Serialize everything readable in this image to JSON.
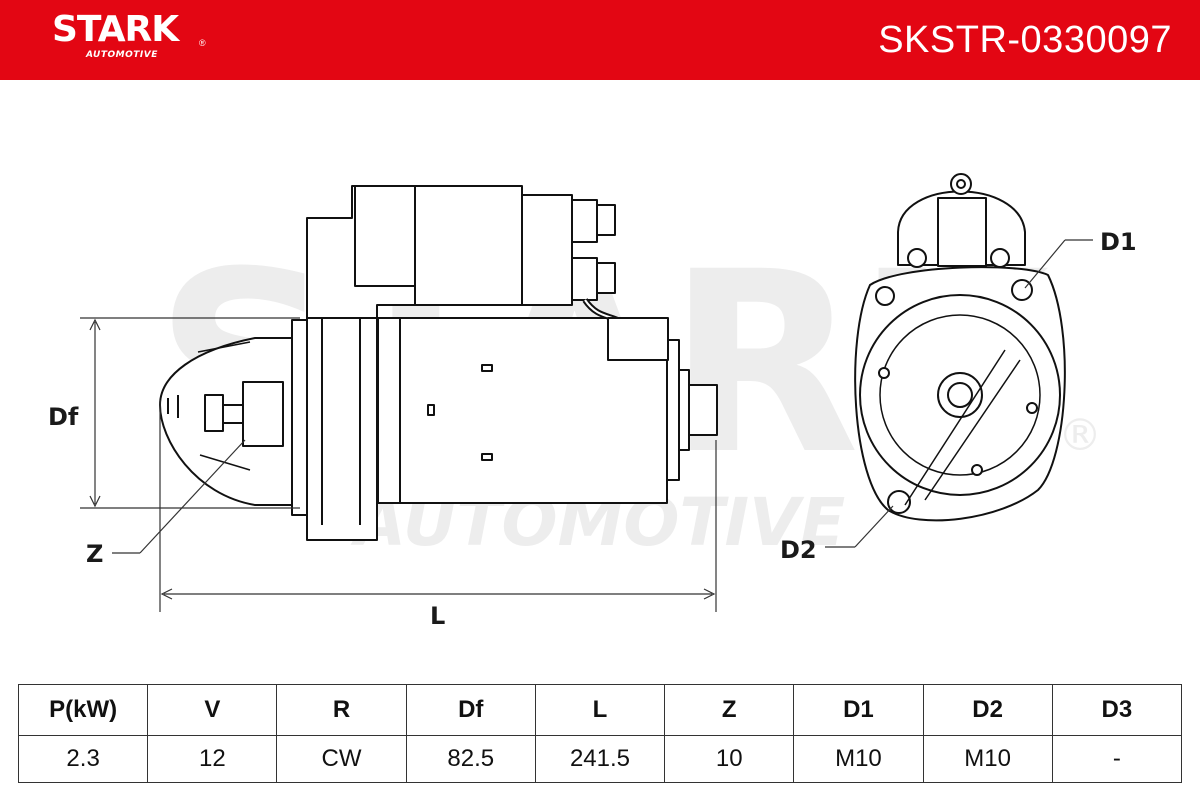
{
  "header": {
    "brand": "STARK",
    "brand_sub": "AUTOMOTIVE",
    "registered_mark": "®",
    "part_number": "SKSTR-0330097",
    "accent_color": "#e30613"
  },
  "watermark": {
    "brand": "STARK",
    "sub": "AUTOMOTIVE",
    "registered_mark": "®"
  },
  "drawing": {
    "labels": {
      "df": "Df",
      "z": "Z",
      "l": "L",
      "d1": "D1",
      "d2": "D2"
    }
  },
  "spec_table": {
    "headers": [
      "P(kW)",
      "V",
      "R",
      "Df",
      "L",
      "Z",
      "D1",
      "D2",
      "D3"
    ],
    "values": [
      "2.3",
      "12",
      "CW",
      "82.5",
      "241.5",
      "10",
      "M10",
      "M10",
      "-"
    ]
  }
}
